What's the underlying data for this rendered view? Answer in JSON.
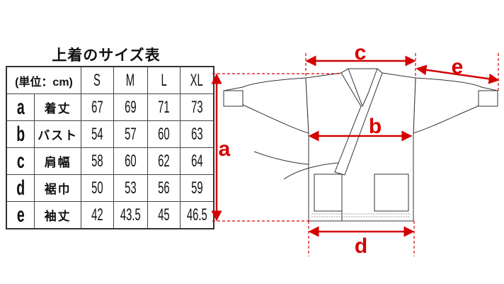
{
  "title": "上着のサイズ表",
  "table": {
    "unit_header": "(単位：cm)",
    "sizes": [
      "S",
      "M",
      "L",
      "XL"
    ],
    "rows": [
      {
        "key": "a",
        "name": "着丈",
        "values": [
          "67",
          "69",
          "71",
          "73"
        ]
      },
      {
        "key": "b",
        "name": "バスト",
        "values": [
          "54",
          "57",
          "60",
          "63"
        ]
      },
      {
        "key": "c",
        "name": "肩幅",
        "values": [
          "58",
          "60",
          "62",
          "64"
        ]
      },
      {
        "key": "d",
        "name": "裾巾",
        "values": [
          "50",
          "53",
          "56",
          "59"
        ]
      },
      {
        "key": "e",
        "name": "袖丈",
        "values": [
          "42",
          "43.5",
          "45",
          "46.5"
        ]
      }
    ]
  },
  "diagram": {
    "labels": {
      "a": "a",
      "b": "b",
      "c": "c",
      "d": "d",
      "e": "e"
    },
    "accent_color": "#d40000"
  }
}
